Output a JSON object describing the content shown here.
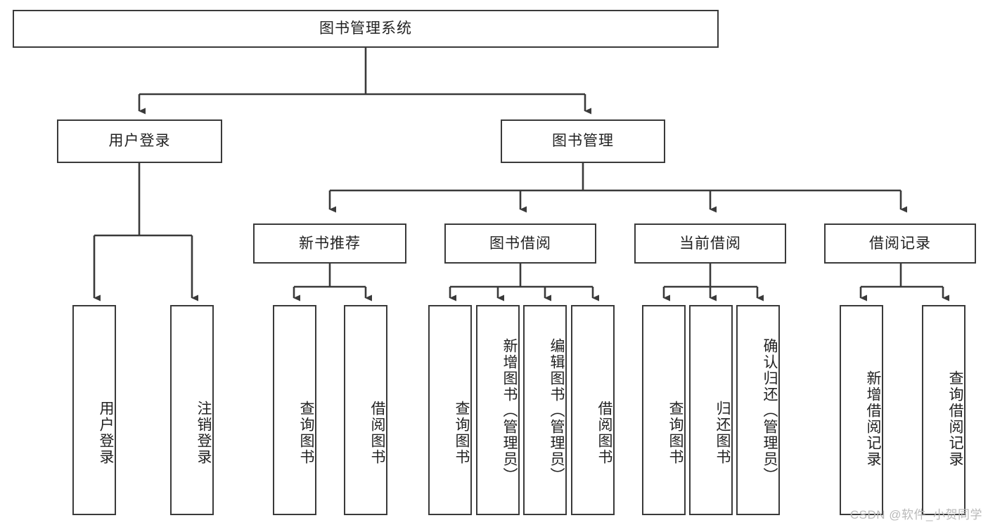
{
  "diagram": {
    "title": "图书管理系统",
    "type": "tree-hierarchy",
    "root": {
      "id": "root",
      "label": "图书管理系统"
    },
    "level1": [
      {
        "id": "user-login",
        "label": "用户登录"
      },
      {
        "id": "book-manage",
        "label": "图书管理"
      }
    ],
    "level2": [
      {
        "id": "new-book-recommend",
        "label": "新书推荐",
        "parent": "book-manage"
      },
      {
        "id": "book-borrow",
        "label": "图书借阅",
        "parent": "book-manage"
      },
      {
        "id": "current-borrow",
        "label": "当前借阅",
        "parent": "book-manage"
      },
      {
        "id": "borrow-record",
        "label": "借阅记录",
        "parent": "book-manage"
      }
    ],
    "leaves": [
      {
        "id": "leaf-user-login",
        "label": "用户登录",
        "parent": "user-login"
      },
      {
        "id": "leaf-logout-login",
        "label": "注销登录",
        "parent": "user-login"
      },
      {
        "id": "leaf-query-book-1",
        "label": "查询图书",
        "parent": "new-book-recommend"
      },
      {
        "id": "leaf-borrow-book-1",
        "label": "借阅图书",
        "parent": "new-book-recommend"
      },
      {
        "id": "leaf-query-book-2",
        "label": "查询图书",
        "parent": "book-borrow"
      },
      {
        "id": "leaf-add-book",
        "label": "新增图书（管理员）",
        "parent": "book-borrow"
      },
      {
        "id": "leaf-edit-book",
        "label": "编辑图书（管理员）",
        "parent": "book-borrow"
      },
      {
        "id": "leaf-borrow-book-2",
        "label": "借阅图书",
        "parent": "book-borrow"
      },
      {
        "id": "leaf-query-book-3",
        "label": "查询图书",
        "parent": "current-borrow"
      },
      {
        "id": "leaf-return-book",
        "label": "归还图书",
        "parent": "current-borrow"
      },
      {
        "id": "leaf-confirm-return",
        "label": "确认归还（管理员）",
        "parent": "current-borrow"
      },
      {
        "id": "leaf-add-record",
        "label": "新增借阅记录",
        "parent": "borrow-record"
      },
      {
        "id": "leaf-query-record",
        "label": "查询借阅记录",
        "parent": "borrow-record"
      }
    ],
    "colors": {
      "border": "#3a3a3a",
      "text": "#222222",
      "background": "#ffffff",
      "watermark": "#b9b9b9"
    }
  },
  "watermark": {
    "text": "CSDN @软件_小贺同学"
  }
}
